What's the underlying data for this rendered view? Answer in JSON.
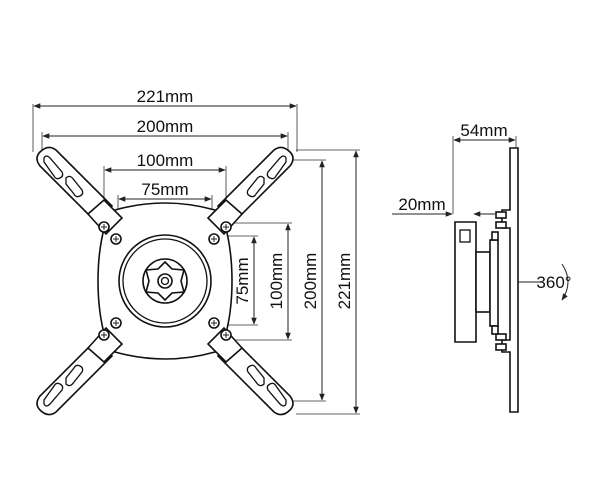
{
  "front_view": {
    "labels": {
      "width_outer": "221mm",
      "width_200": "200mm",
      "width_100": "100mm",
      "width_75": "75mm",
      "height_75": "75mm",
      "height_100": "100mm",
      "height_200": "200mm",
      "height_outer": "221mm"
    }
  },
  "side_view": {
    "labels": {
      "depth": "54mm",
      "offset": "20mm",
      "rotation": "360°"
    }
  },
  "colors": {
    "line": "#222222",
    "background": "#ffffff"
  }
}
